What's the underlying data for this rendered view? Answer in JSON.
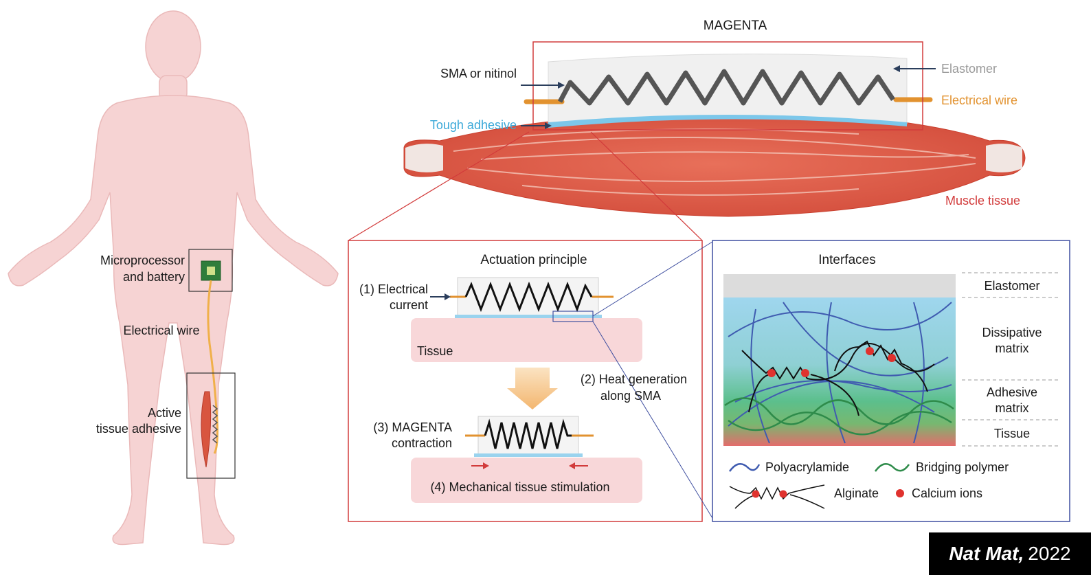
{
  "labels": {
    "magenta": "MAGENTA",
    "sma": "SMA or nitinol",
    "elastomer_top": "Elastomer",
    "wire_top": "Electrical wire",
    "adhesive": "Tough adhesive",
    "muscle": "Muscle tissue",
    "micro_1": "Microprocessor",
    "micro_2": "and battery",
    "wire_body": "Electrical wire",
    "active_1": "Active",
    "active_2": "tissue adhesive",
    "actuation_title": "Actuation principle",
    "current_1": "(1) Electrical",
    "current_2": "current",
    "tissue_1": "Tissue",
    "heat_1": "(2) Heat generation",
    "heat_2": "along SMA",
    "contract_1": "(3) MAGENTA",
    "contract_2": "contraction",
    "stim": "(4) Mechanical tissue stimulation",
    "interfaces_title": "Interfaces",
    "layer_elastomer": "Elastomer",
    "layer_dissipative_1": "Dissipative",
    "layer_dissipative_2": "matrix",
    "layer_adhesive_1": "Adhesive",
    "layer_adhesive_2": "matrix",
    "layer_tissue": "Tissue",
    "leg_polyacrylamide": "Polyacrylamide",
    "leg_bridging": "Bridging polymer",
    "leg_alginate": "Alginate",
    "leg_calcium": "Calcium ions"
  },
  "credit": {
    "journal": "Nat Mat,",
    "year": "2022"
  },
  "colors": {
    "red_frame": "#d23b3b",
    "blue_frame": "#3f4fa0",
    "adhesive": "#4fb3de",
    "wire": "#e2922f",
    "muscle": "#e0604a",
    "skin": "#f6d3d3",
    "polyacrylamide": "#3f5bb0",
    "bridging": "#2e8b4a",
    "calcium": "#e0322e"
  }
}
